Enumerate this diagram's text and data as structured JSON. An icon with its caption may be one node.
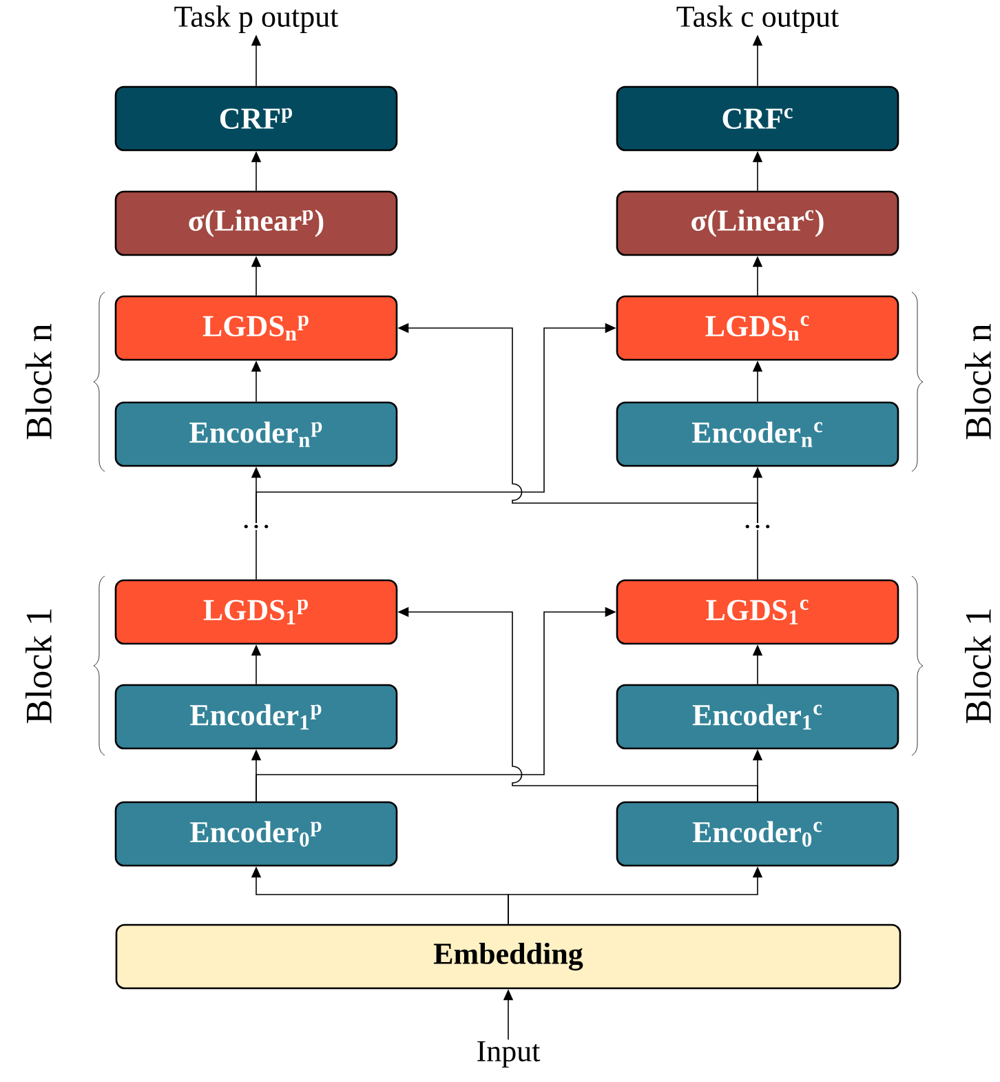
{
  "diagram": {
    "nodes": [
      {
        "text": [
          "Task p output"
        ]
      },
      {
        "text": [
          "Task c output"
        ]
      },
      {
        "text": [
          "CRF$^{p}$"
        ]
      },
      {
        "text": [
          "CRF$^{c}$"
        ]
      },
      {
        "text": [
          "σ(Linear$^{p}$)"
        ]
      },
      {
        "text": [
          "σ(Linear$^{c}$)"
        ]
      },
      {
        "text": [
          "LGDS$_{n}$$^{p}$"
        ]
      },
      {
        "text": [
          "LGDS$_{n}$$^{c}$"
        ]
      },
      {
        "text": [
          "Encoder$_{n}$$^{p}$"
        ]
      },
      {
        "text": [
          "Encoder$_{n}$$^{c}$"
        ]
      },
      {
        "text": [
          "…"
        ]
      },
      {
        "text": [
          "…"
        ]
      },
      {
        "text": [
          "LGDS$_{1}$$^{p}$"
        ]
      },
      {
        "text": [
          "LGDS$_{1}$$^{c}$"
        ]
      },
      {
        "text": [
          "Encoder$_{1}$$^{p}$"
        ]
      },
      {
        "text": [
          "Encoder$_{1}$$^{c}$"
        ]
      },
      {
        "text": [
          "Encoder$_{0}$$^{p}$"
        ]
      },
      {
        "text": [
          "Encoder$_{0}$$^{c}$"
        ]
      },
      {
        "text": [
          "Embedding"
        ]
      },
      {
        "text": [
          "Input"
        ]
      }
    ],
    "edges": [
      {
        "from": 2,
        "to": 0,
        "arrow": "to"
      },
      {
        "from": 3,
        "to": 1,
        "arrow": "to"
      },
      {
        "from": 4,
        "to": 2,
        "arrow": "to"
      },
      {
        "from": 5,
        "to": 3,
        "arrow": "to"
      },
      {
        "from": 6,
        "to": 4,
        "arrow": "to"
      },
      {
        "from": 7,
        "to": 5,
        "arrow": "to"
      },
      {
        "from": 8,
        "to": 6,
        "arrow": "to"
      },
      {
        "from": 9,
        "to": 7,
        "arrow": "to"
      },
      {
        "from": 10,
        "to": 8,
        "arrow": "to"
      },
      {
        "from": 11,
        "to": 9,
        "arrow": "to"
      },
      {
        "from": 10,
        "to": 7,
        "arrow": "to"
      },
      {
        "from": 11,
        "to": 6,
        "arrow": "to"
      },
      {
        "from": 12,
        "to": 10,
        "arrow": "none"
      },
      {
        "from": 13,
        "to": 11,
        "arrow": "none"
      },
      {
        "from": 14,
        "to": 12,
        "arrow": "to"
      },
      {
        "from": 15,
        "to": 13,
        "arrow": "to"
      },
      {
        "from": 16,
        "to": 14,
        "arrow": "to"
      },
      {
        "from": 17,
        "to": 15,
        "arrow": "to"
      },
      {
        "from": 16,
        "to": 13,
        "arrow": "to"
      },
      {
        "from": 17,
        "to": 12,
        "arrow": "to"
      },
      {
        "from": 18,
        "to": 16,
        "arrow": "to"
      },
      {
        "from": 18,
        "to": 17,
        "arrow": "to"
      },
      {
        "from": 19,
        "to": 18,
        "arrow": "to"
      }
    ],
    "labels": [
      "Block n",
      "Block n",
      "Block 1",
      "Block 1"
    ]
  }
}
